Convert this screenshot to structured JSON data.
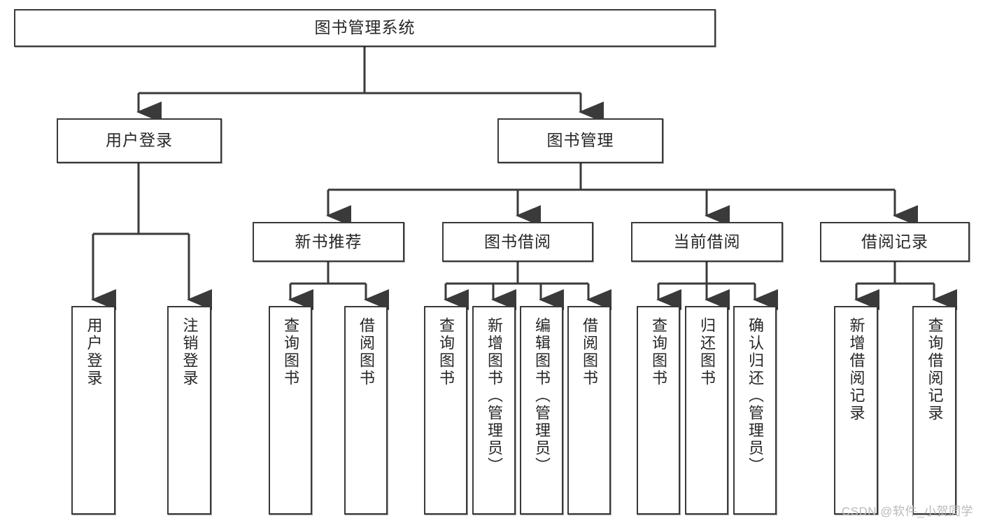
{
  "diagram": {
    "title": "图书管理系统",
    "type": "tree",
    "watermark": "CSDN @软件_小贺同学",
    "nodes": {
      "root": {
        "label": "图书管理系统"
      },
      "l2": [
        {
          "id": "user-login",
          "label": "用户登录"
        },
        {
          "id": "book-manage",
          "label": "图书管理"
        }
      ],
      "l3": [
        {
          "id": "new-book-rec",
          "label": "新书推荐"
        },
        {
          "id": "book-borrow",
          "label": "图书借阅"
        },
        {
          "id": "current-borrow",
          "label": "当前借阅"
        },
        {
          "id": "borrow-record",
          "label": "借阅记录"
        }
      ],
      "leaves": {
        "user-login": [
          {
            "id": "leaf-user-login",
            "label": "用户登录"
          },
          {
            "id": "leaf-user-logout",
            "label": "注销登录"
          }
        ],
        "new-book-rec": [
          {
            "id": "leaf-query-book-1",
            "label": "查询图书"
          },
          {
            "id": "leaf-borrow-book-1",
            "label": "借阅图书"
          }
        ],
        "book-borrow": [
          {
            "id": "leaf-query-book-2",
            "label": "查询图书"
          },
          {
            "id": "leaf-add-book",
            "label": "新增图书（管理员）"
          },
          {
            "id": "leaf-edit-book",
            "label": "编辑图书（管理员）"
          },
          {
            "id": "leaf-borrow-book-2",
            "label": "借阅图书"
          }
        ],
        "current-borrow": [
          {
            "id": "leaf-query-book-3",
            "label": "查询图书"
          },
          {
            "id": "leaf-return-book",
            "label": "归还图书"
          },
          {
            "id": "leaf-confirm-return",
            "label": "确认归还（管理员）"
          }
        ],
        "borrow-record": [
          {
            "id": "leaf-add-record",
            "label": "新增借阅记录"
          },
          {
            "id": "leaf-query-record",
            "label": "查询借阅记录"
          }
        ]
      }
    },
    "colors": {
      "stroke": "#3a3a3a",
      "text": "#262626",
      "background": "#ffffff",
      "watermark": "#b9b9b9"
    }
  }
}
